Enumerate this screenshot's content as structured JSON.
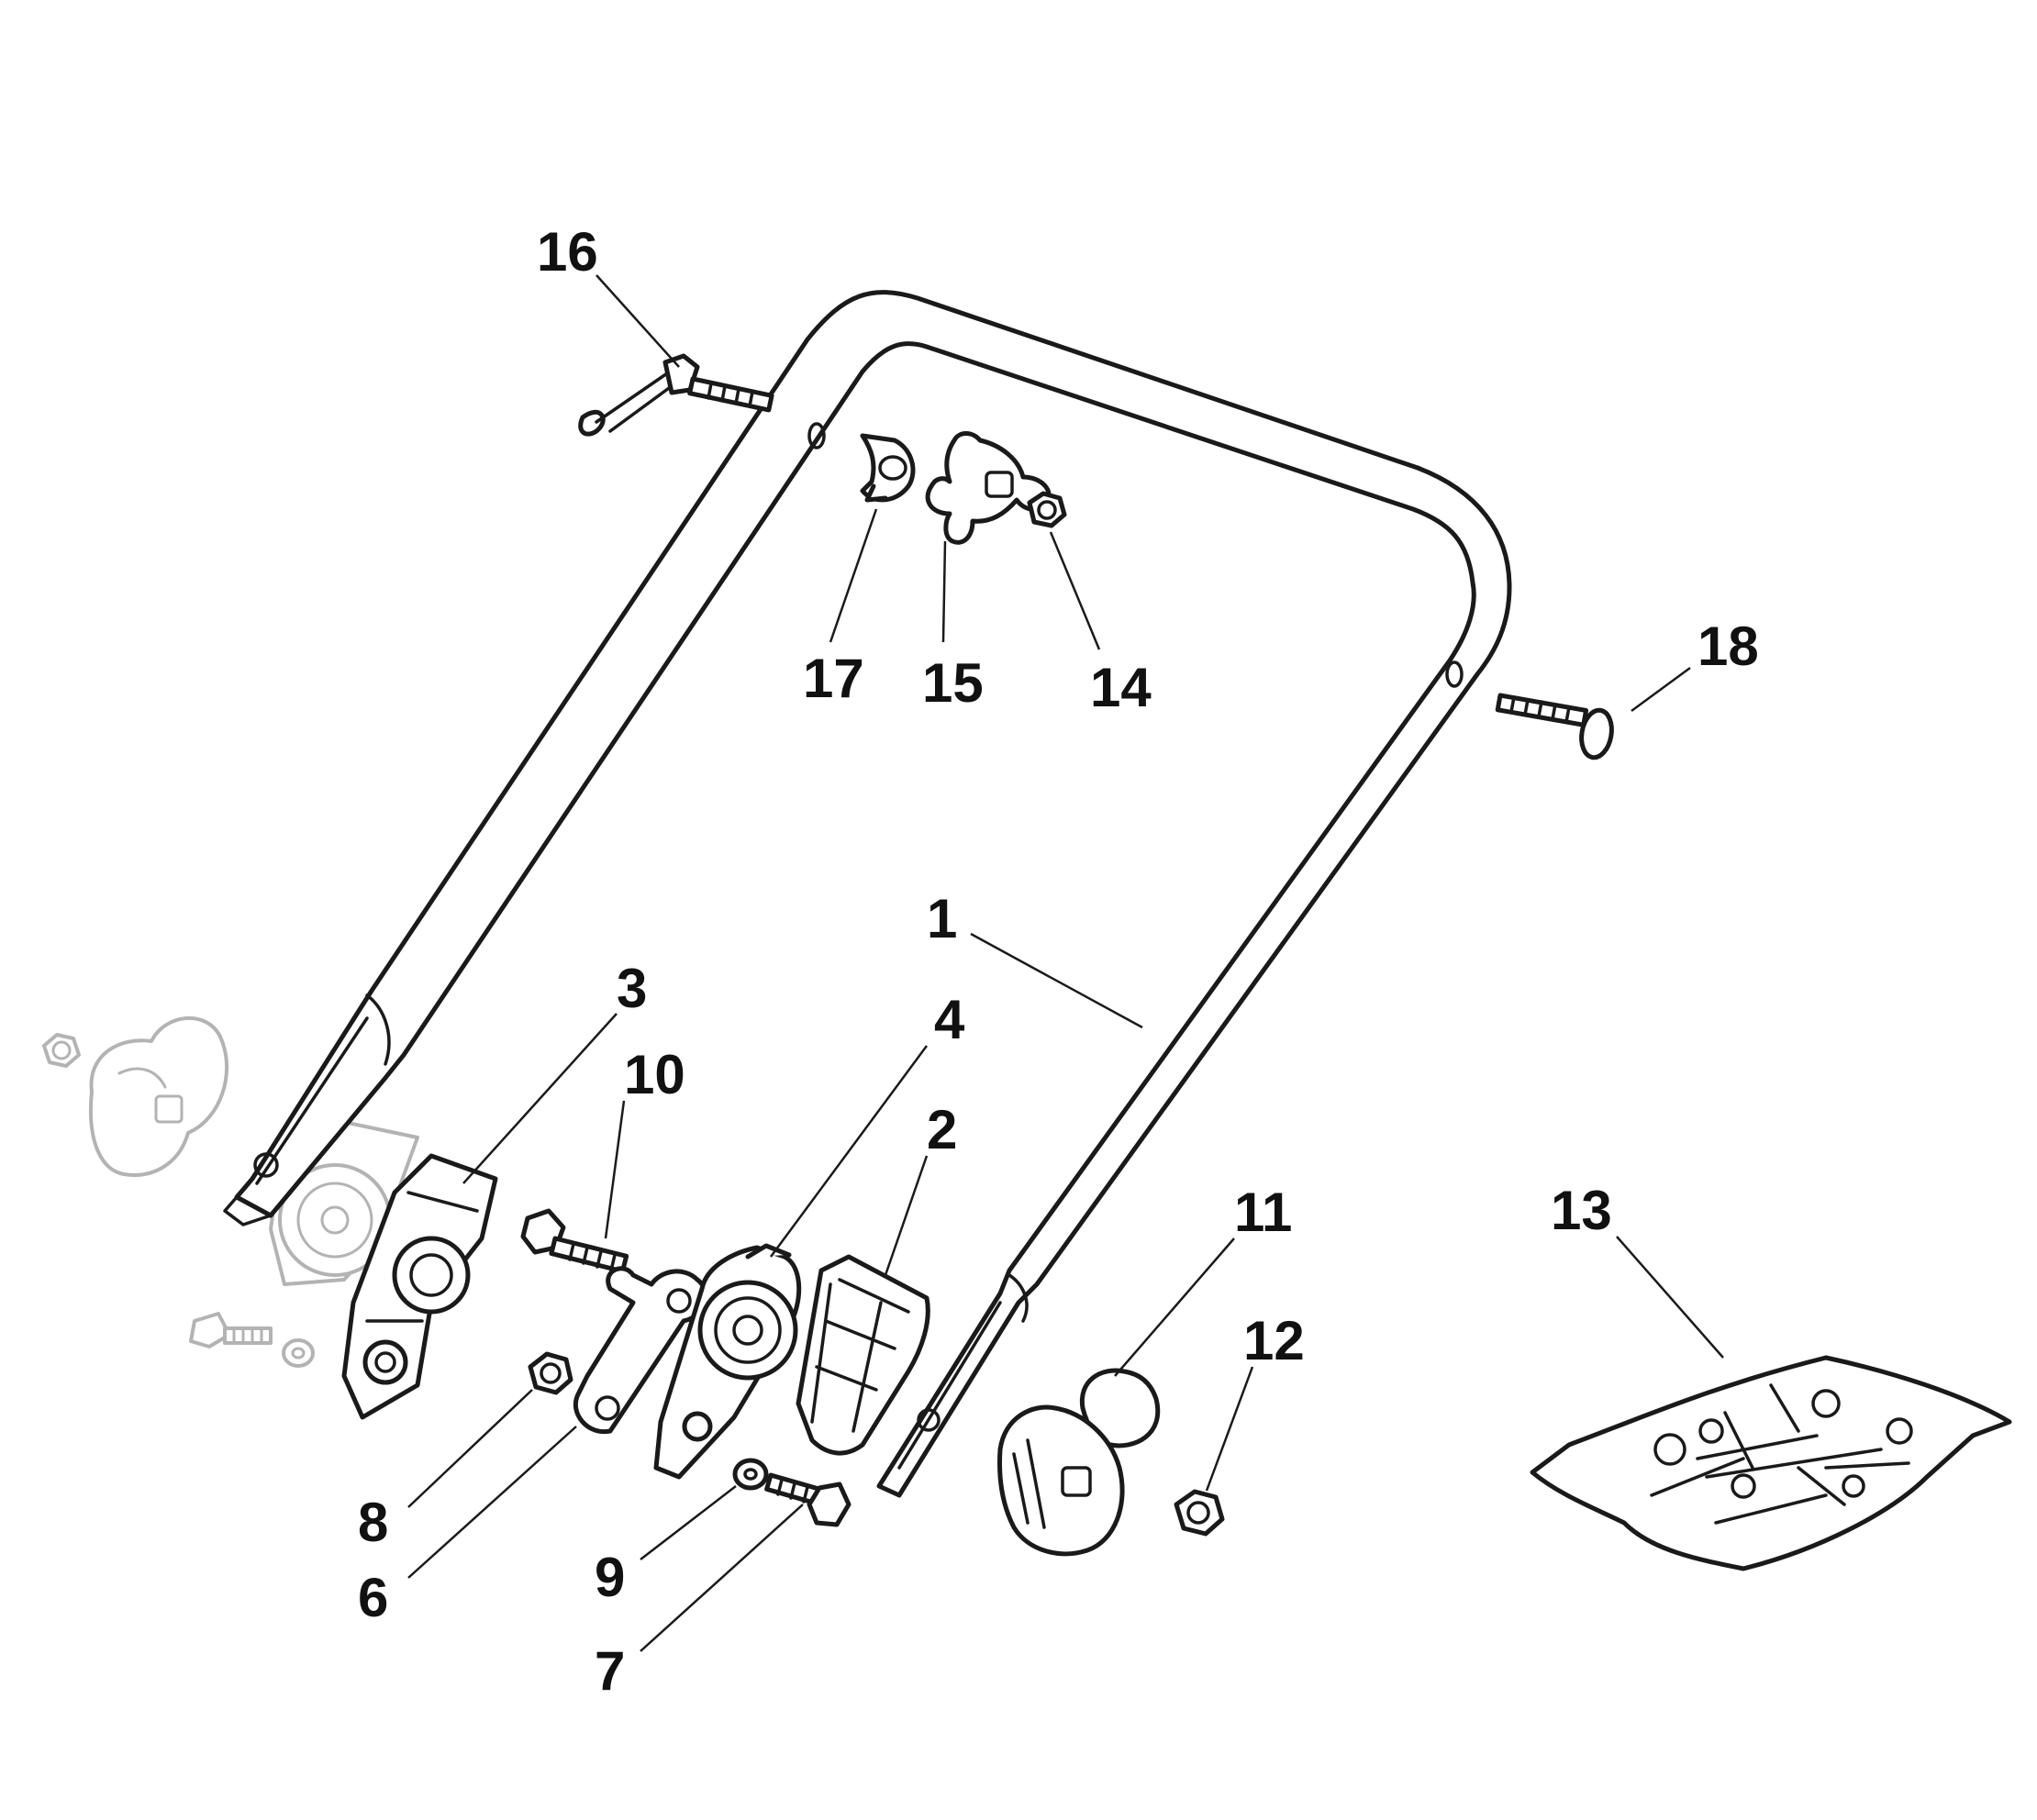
{
  "callouts": [
    {
      "label": "1"
    },
    {
      "label": "2"
    },
    {
      "label": "3"
    },
    {
      "label": "4"
    },
    {
      "label": "6"
    },
    {
      "label": "7"
    },
    {
      "label": "8"
    },
    {
      "label": "9"
    },
    {
      "label": "10"
    },
    {
      "label": "11"
    },
    {
      "label": "12"
    },
    {
      "label": "13"
    },
    {
      "label": "14"
    },
    {
      "label": "15"
    },
    {
      "label": "16"
    },
    {
      "label": "17"
    },
    {
      "label": "18"
    }
  ],
  "colors": {
    "line": "#1a1a1a",
    "ghost": "#b3b3b3",
    "background": "#ffffff"
  }
}
